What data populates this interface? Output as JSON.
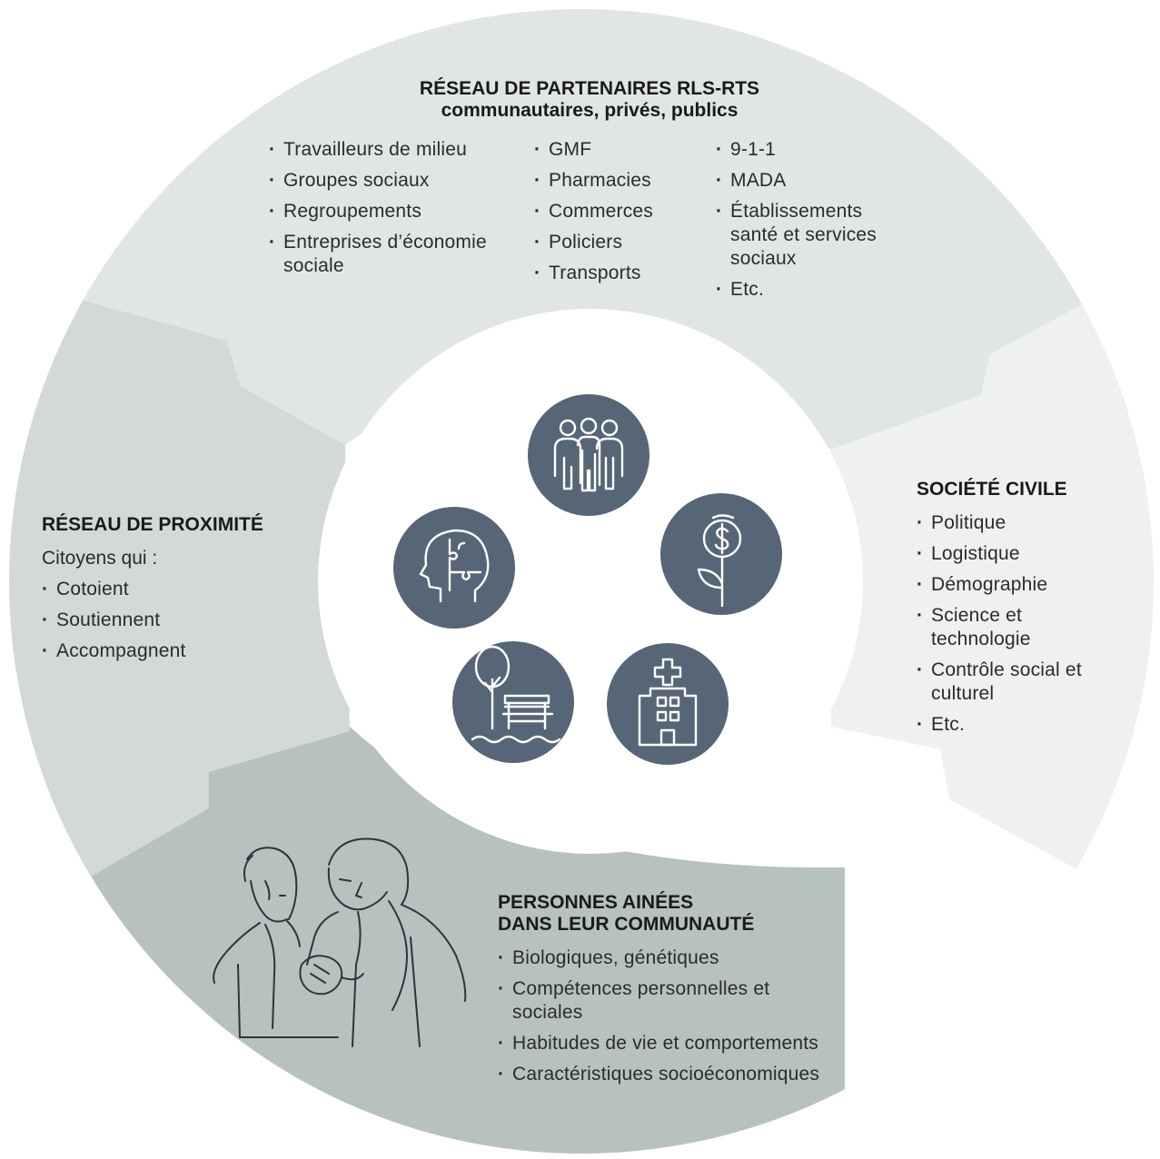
{
  "colors": {
    "top_segment": "#e1e6e5",
    "left_segment": "#d2d9d7",
    "right_segment": "#eef1f0",
    "bottom_segment": "#b7c2bf",
    "icon_fill": "#576676",
    "text": "#2b2b2b"
  },
  "partners": {
    "title_line1": "RÉSEAU DE PARTENAIRES RLS-RTS",
    "title_line2": "communautaires, privés, publics",
    "col1": [
      "Travailleurs de milieu",
      "Groupes sociaux",
      "Regroupements",
      "Entreprises d’économie sociale"
    ],
    "col2": [
      "GMF",
      "Pharmacies",
      "Commerces",
      "Policiers",
      "Transports"
    ],
    "col3": [
      "9-1-1",
      "MADA",
      "Établissements santé et services sociaux",
      "Etc."
    ]
  },
  "proximity": {
    "title": "RÉSEAU DE PROXIMITÉ",
    "intro": "Citoyens qui :",
    "items": [
      "Cotoient",
      "Soutiennent",
      "Accompagnent"
    ]
  },
  "civil": {
    "title": "SOCIÉTÉ CIVILE",
    "items": [
      "Politique",
      "Logistique",
      "Démographie",
      "Science et technologie",
      "Contrôle social et culturel",
      "Etc."
    ]
  },
  "elders": {
    "title_line1": "PERSONNES AINÉES",
    "title_line2": "DANS LEUR COMMUNAUTÉ",
    "items": [
      "Biologiques, génétiques",
      "Compétences personnelles et sociales",
      "Habitudes de vie et comportements",
      "Caractéristiques socioéconomiques"
    ]
  },
  "icons": [
    "people-group-icon",
    "money-flower-icon",
    "hospital-icon",
    "park-bench-icon",
    "puzzle-head-icon"
  ],
  "illustration": "elderly-couple-illustration"
}
